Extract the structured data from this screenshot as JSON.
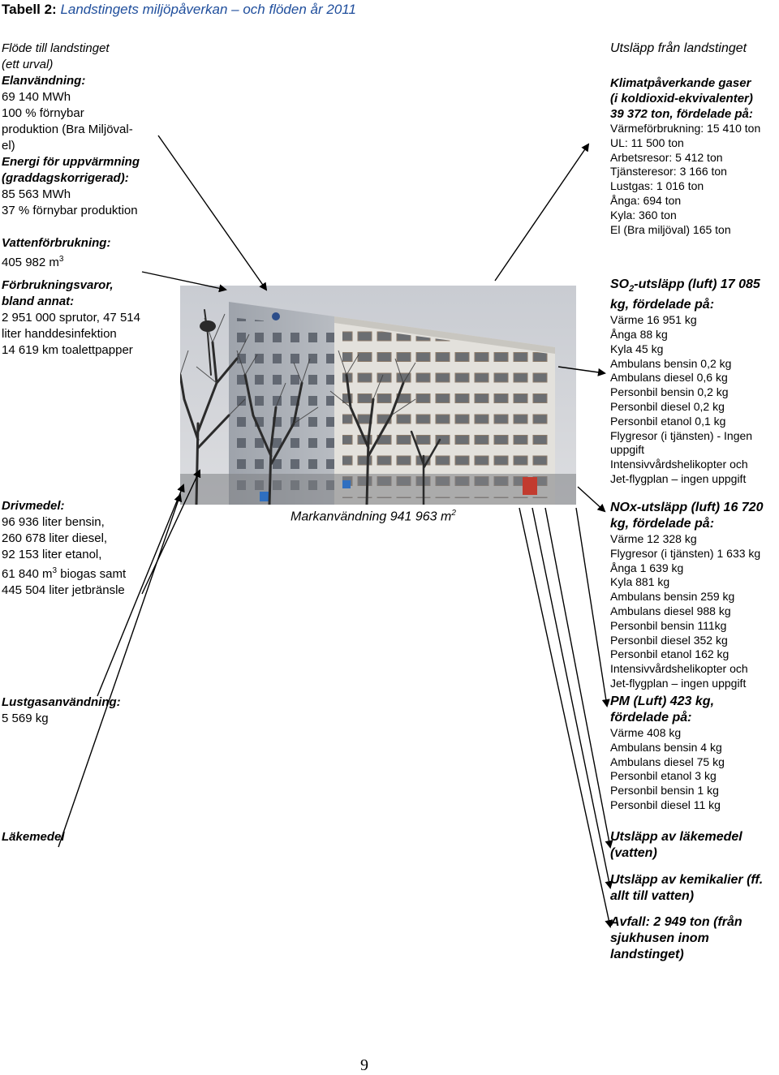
{
  "title": {
    "bold": "Tabell 2:",
    "italic": "Landstingets miljöpåverkan – och flöden år 2011"
  },
  "left": {
    "flow_heading": [
      "Flöde till landstinget",
      "(ett urval)"
    ],
    "electricity": {
      "heading": "Elanvändning:",
      "lines": [
        "69 140 MWh",
        "100 % förnybar",
        "produktion (Bra Miljöval-",
        "el)"
      ]
    },
    "heating": {
      "heading": [
        "Energi för uppvärmning",
        "(graddagskorrigerad):"
      ],
      "lines": [
        "85 563 MWh",
        "37 % förnybar produktion"
      ]
    },
    "water": {
      "heading": "Vattenförbrukning:",
      "value": "405 982 m",
      "unit_sup": "3"
    },
    "consumables": {
      "heading": [
        "Förbrukningsvaror,",
        "bland annat:"
      ],
      "lines": [
        "2 951 000 sprutor, 47 514",
        "liter handdesinfektion",
        "14 619 km toalettpapper"
      ]
    },
    "fuel": {
      "heading": "Drivmedel:",
      "lines_before": [
        "96 936 liter bensin,",
        "260 678 liter diesel,",
        "92 153 liter etanol,"
      ],
      "biogas_a": "61 840 m",
      "biogas_sup": "3",
      "biogas_b": " biogas samt",
      "lines_after": [
        "445 504 liter jetbränsle"
      ]
    },
    "nitrous": {
      "heading": "Lustgasanvändning:",
      "value": "5 569 kg"
    },
    "medicine": {
      "heading": "Läkemedel"
    }
  },
  "center": {
    "land_use": "Markanvändning 941 963 m",
    "land_use_sup": "2"
  },
  "right": {
    "heading": "Utsläpp från landstinget",
    "ghg": {
      "heading": [
        "Klimatpåverkande gaser",
        "(i koldioxid-ekvivalenter)",
        "39 372 ton, fördelade på:"
      ],
      "lines": [
        "Värmeförbrukning: 15 410 ton",
        "UL: 11 500 ton",
        "Arbetsresor: 5 412 ton",
        "Tjänsteresor: 3 166 ton",
        "Lustgas: 1 016 ton",
        "Ånga: 694 ton",
        "Kyla: 360 ton",
        "El (Bra miljöval) 165 ton"
      ]
    },
    "so2": {
      "heading_a": "SO",
      "heading_sub": "2",
      "heading_b": "-utsläpp (luft) 17 085",
      "heading2": "kg, fördelade på:",
      "lines": [
        "Värme 16 951 kg",
        "Ånga 88 kg",
        "Kyla 45 kg",
        "Ambulans bensin 0,2 kg",
        "Ambulans diesel 0,6 kg",
        "Personbil bensin 0,2 kg",
        "Personbil diesel 0,2 kg",
        "Personbil etanol 0,1 kg",
        "Flygresor (i tjänsten) - Ingen",
        "uppgift",
        "Intensivvårdshelikopter och",
        "Jet-flygplan – ingen uppgift"
      ]
    },
    "nox": {
      "heading": [
        "NOx-utsläpp (luft) 16 720",
        "kg, fördelade på:"
      ],
      "lines": [
        "Värme 12 328 kg",
        "Flygresor (i tjänsten) 1 633 kg",
        "Ånga 1 639 kg",
        "Kyla 881 kg",
        "Ambulans bensin 259 kg",
        "Ambulans diesel 988 kg",
        "Personbil bensin 111kg",
        "Personbil diesel 352 kg",
        "Personbil etanol 162 kg",
        "Intensivvårdshelikopter och",
        "Jet-flygplan – ingen uppgift"
      ]
    },
    "pm": {
      "heading": [
        "PM (Luft) 423 kg,",
        "fördelade på:"
      ],
      "lines": [
        "Värme 408 kg",
        "Ambulans bensin 4 kg",
        "Ambulans diesel 75 kg",
        "Personbil etanol  3 kg",
        "Personbil bensin 1 kg",
        "Personbil diesel 11 kg"
      ]
    },
    "medicine_out": [
      "Utsläpp av läkemedel",
      "(vatten)"
    ],
    "chemicals": [
      "Utsläpp av kemikalier (ff.",
      "allt till vatten)"
    ],
    "waste": [
      "Avfall: 2 949 ton (från",
      "sjukhusen inom",
      "landstinget)"
    ]
  },
  "page_number": "9"
}
